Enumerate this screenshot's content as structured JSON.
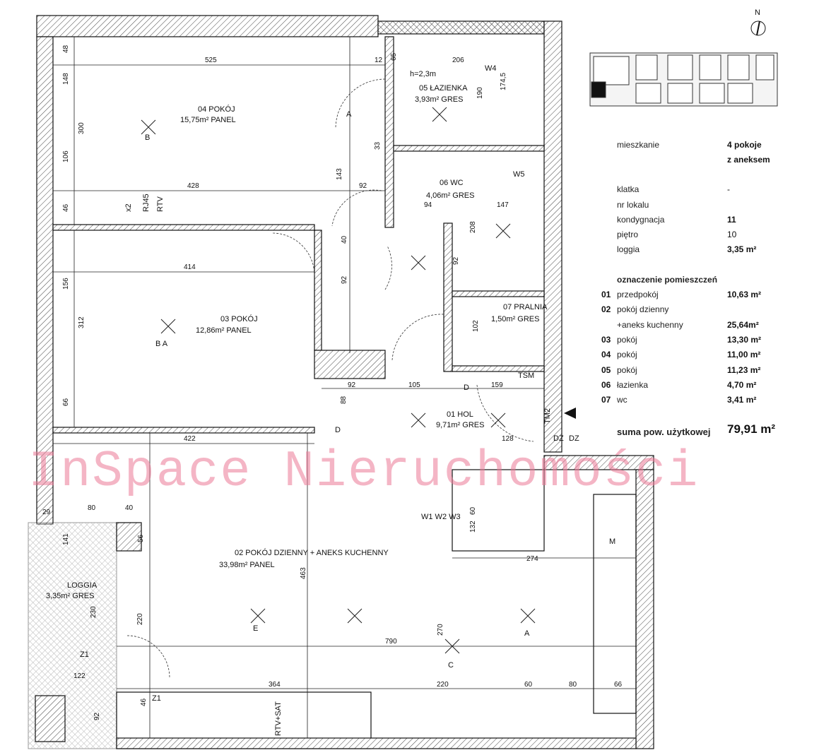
{
  "compass": {
    "label": "N"
  },
  "watermark": "InSpace Nieruchomości",
  "summary": {
    "mieszkanie_label": "mieszkanie",
    "mieszkanie_value_1": "4 pokoje",
    "mieszkanie_value_2": "z aneksem",
    "klatka_label": "klatka",
    "klatka_value": "-",
    "nr_lokalu_label": "nr lokalu",
    "kondygnacja_label": "kondygnacja",
    "kondygnacja_value": "11",
    "pietro_label": "piętro",
    "pietro_value": "10",
    "loggia_label": "loggia",
    "loggia_value": "3,35 m²",
    "rooms_heading": "oznaczenie pomieszczeń",
    "rooms": [
      {
        "num": "01",
        "name": "przedpokój",
        "area": "10,63 m²"
      },
      {
        "num": "02",
        "name": "pokój dzienny",
        "area": ""
      },
      {
        "num": "",
        "name": "+aneks kuchenny",
        "area": "25,64m²"
      },
      {
        "num": "03",
        "name": "pokój",
        "area": "13,30 m²"
      },
      {
        "num": "04",
        "name": "pokój",
        "area": "11,00 m²"
      },
      {
        "num": "05",
        "name": "pokój",
        "area": "11,23 m²"
      },
      {
        "num": "06",
        "name": "łazienka",
        "area": "4,70 m²"
      },
      {
        "num": "07",
        "name": "wc",
        "area": "3,41 m²"
      }
    ],
    "total_label": "suma pow. użytkowej",
    "total_value": "79,91 m²"
  },
  "plan_rooms": [
    {
      "name": "04 POKÓJ",
      "area": "15,75m² PANEL"
    },
    {
      "name": "05 ŁAZIENKA",
      "area": "3,93m² GRES"
    },
    {
      "name": "06 WC",
      "area": "4,06m² GRES"
    },
    {
      "name": "03 POKÓJ",
      "area": "12,86m² PANEL"
    },
    {
      "name": "07 PRALNIA",
      "area": "1,50m² GRES"
    },
    {
      "name": "01 HOL",
      "area": "9,71m² GRES"
    },
    {
      "name": "02 POKÓJ DZIENNY + ANEKS KUCHENNY",
      "area": "33,98m² PANEL"
    },
    {
      "name": "LOGGIA",
      "area": "3,35m² GRES"
    }
  ],
  "plan_notes": {
    "height": "h=2,3m"
  },
  "dimensions": [
    "525",
    "12",
    "206",
    "48",
    "148",
    "300",
    "106",
    "428",
    "92",
    "143",
    "46",
    "414",
    "156",
    "312",
    "66",
    "92",
    "105",
    "159",
    "422",
    "141",
    "463",
    "790",
    "270",
    "220",
    "364",
    "220",
    "60",
    "80",
    "66",
    "122",
    "230",
    "274",
    "128",
    "190",
    "174,5",
    "94",
    "147",
    "208",
    "65",
    "88",
    "40",
    "92",
    "92",
    "102",
    "33",
    "60",
    "132",
    "29",
    "80",
    "40",
    "56",
    "46",
    "92"
  ],
  "symbols": [
    "A",
    "B",
    "B A",
    "D",
    "E",
    "C",
    "A",
    "Z1",
    "Z1",
    "DZ",
    "DZ",
    "D",
    "M",
    "W1 W2 W3",
    "W4",
    "W5",
    "RJ45",
    "RTV",
    "x2",
    "RTV+SAT",
    "TM2",
    "TSM"
  ]
}
